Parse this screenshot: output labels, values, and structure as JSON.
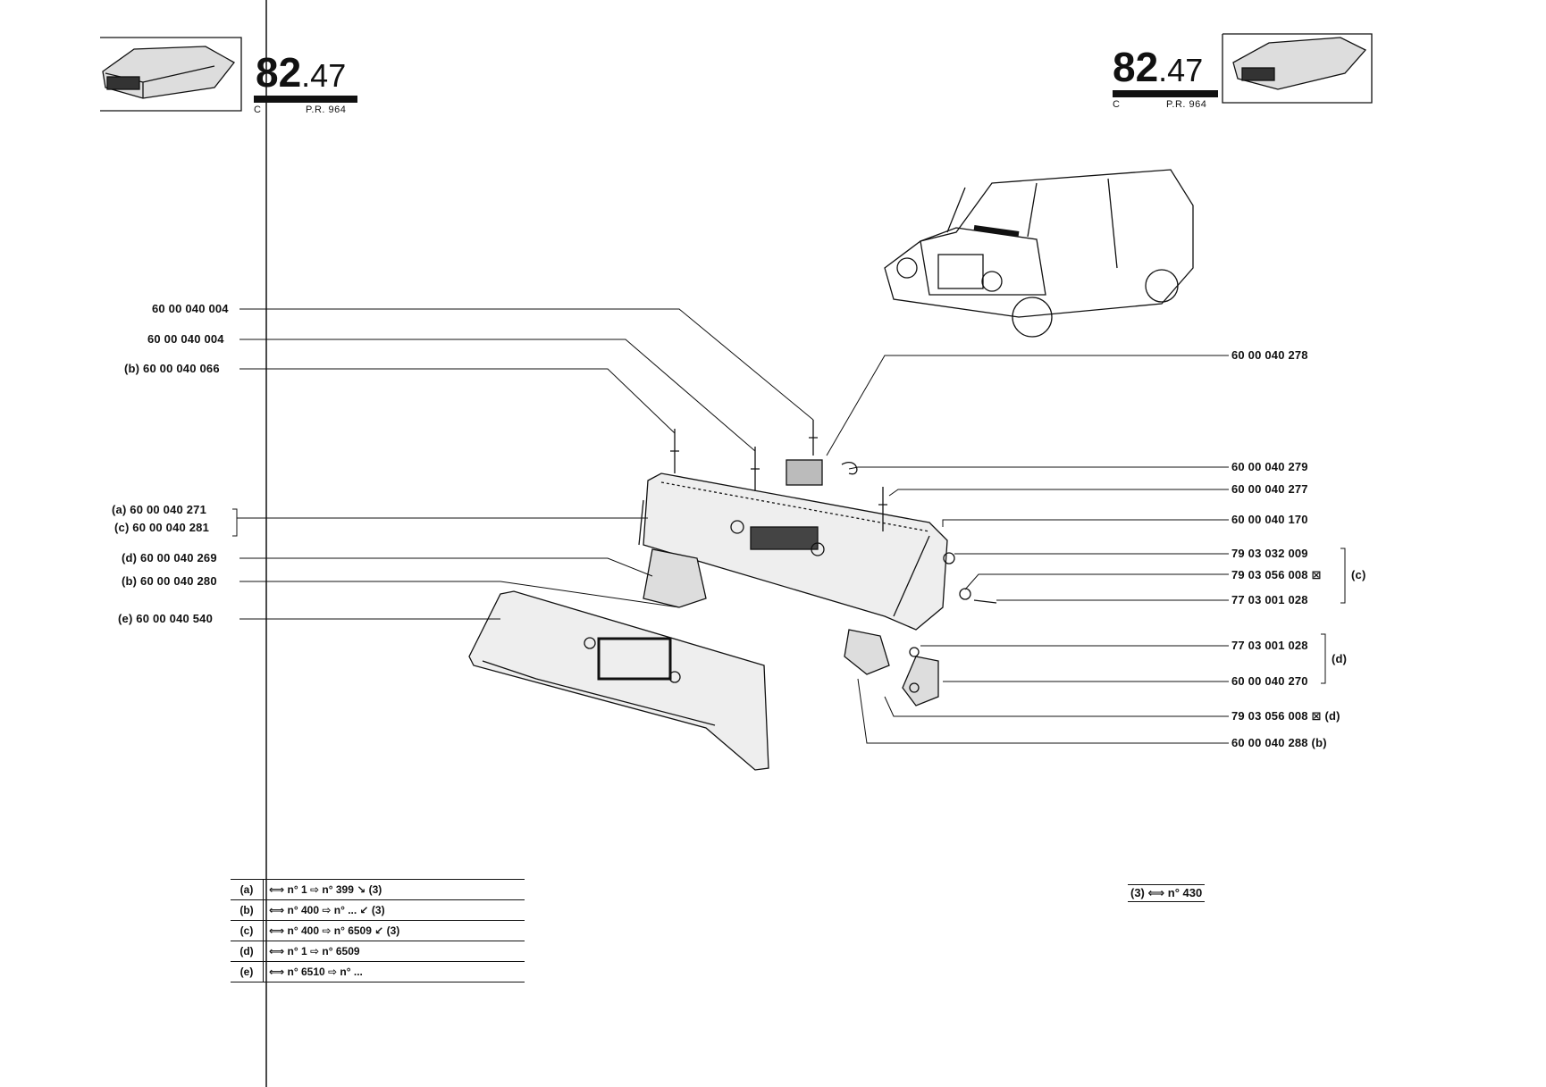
{
  "header": {
    "left": {
      "number_main": "82",
      "number_sub": ".47",
      "code_left": "C",
      "code_right": "P.R. 964"
    },
    "right": {
      "number_main": "82",
      "number_sub": ".47",
      "code_left": "C",
      "code_right": "P.R. 964"
    }
  },
  "parts_left": [
    {
      "id": "l1",
      "text": "60 00 040 004"
    },
    {
      "id": "l2",
      "text": "60 00 040 004"
    },
    {
      "id": "l3",
      "text": "(b) 60 00 040 066"
    },
    {
      "id": "l4",
      "text": "(a) 60 00 040 271"
    },
    {
      "id": "l5",
      "text": "(c) 60 00 040 281"
    },
    {
      "id": "l6",
      "text": "(d) 60 00 040 269"
    },
    {
      "id": "l7",
      "text": "(b) 60 00 040 280"
    },
    {
      "id": "l8",
      "text": "(e) 60 00 040 540"
    }
  ],
  "parts_right": [
    {
      "id": "r1",
      "text": "60 00 040 278"
    },
    {
      "id": "r2",
      "text": "60 00 040 279"
    },
    {
      "id": "r3",
      "text": "60 00 040 277"
    },
    {
      "id": "r4",
      "text": "60 00 040 170"
    },
    {
      "id": "r5",
      "text": "79 03 032 009"
    },
    {
      "id": "r6",
      "text": "79 03 056 008 ⊠"
    },
    {
      "id": "r7",
      "text": "77 03 001 028"
    },
    {
      "id": "r8",
      "text": "77 03 001 028"
    },
    {
      "id": "r9",
      "text": "60 00 040 270"
    },
    {
      "id": "r10",
      "text": "79 03 056 008 ⊠ (d)"
    },
    {
      "id": "r11",
      "text": "60 00 040 288 (b)"
    }
  ],
  "group_labels": {
    "c": "(c)",
    "d": "(d)"
  },
  "legend": [
    {
      "key": "(a)",
      "text": "⟺ n° 1 ⇨ n° 399 ↘ (3)"
    },
    {
      "key": "(b)",
      "text": "⟺ n° 400 ⇨ n° ... ↙ (3)"
    },
    {
      "key": "(c)",
      "text": "⟺ n° 400 ⇨ n° 6509 ↙ (3)"
    },
    {
      "key": "(d)",
      "text": "⟺ n° 1 ⇨ n° 6509"
    },
    {
      "key": "(e)",
      "text": "⟺ n° 6510 ⇨ n° ..."
    }
  ],
  "footnote": "(3) ⟺ n° 430",
  "colors": {
    "ink": "#111111",
    "paper": "#ffffff"
  }
}
